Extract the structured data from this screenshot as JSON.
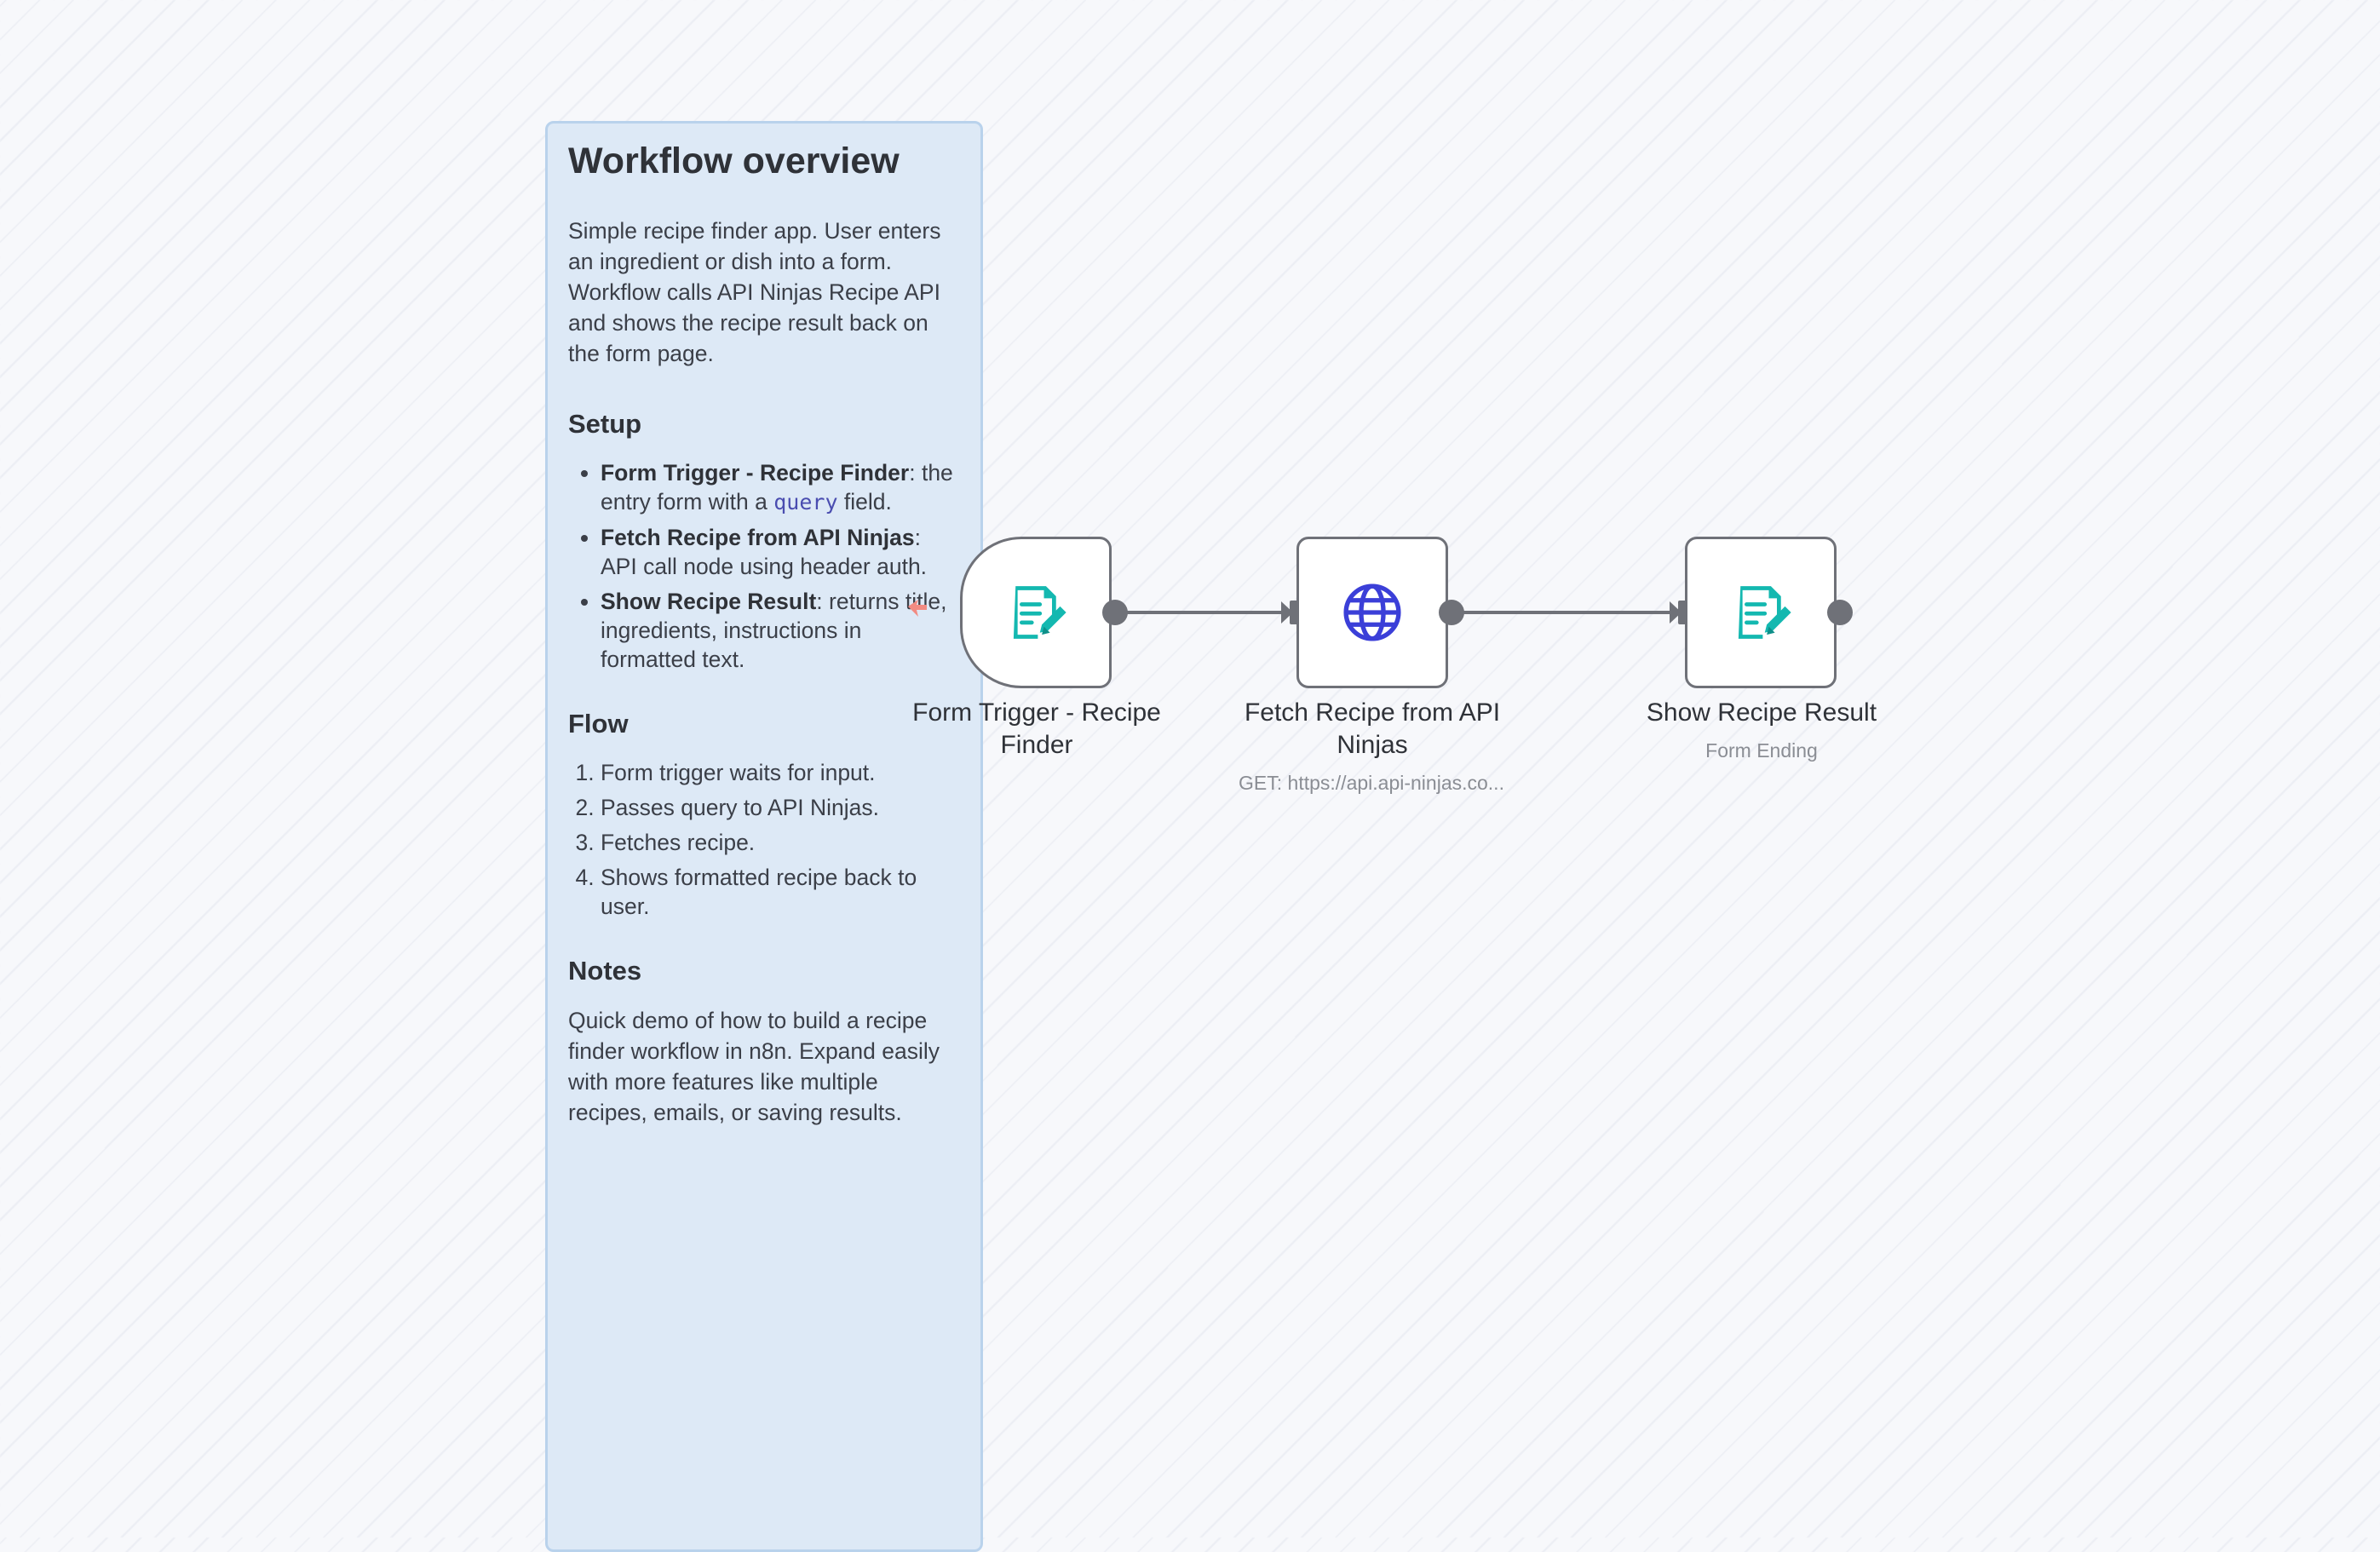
{
  "sticky_note": {
    "title": "Workflow overview",
    "intro": "Simple recipe finder app. User enters an ingredient or dish into a form. Workflow calls API Ninjas Recipe API and shows the recipe result back on the form page.",
    "setup_heading": "Setup",
    "setup_items": [
      {
        "bold": "Form Trigger - Recipe Finder",
        "text_before_code": ": the entry form with a ",
        "code": "query",
        "text_after_code": " field."
      },
      {
        "bold": "Fetch Recipe from API Ninjas",
        "text": ": API call node using header auth."
      },
      {
        "bold": "Show Recipe Result",
        "text": ": returns title, ingredients, instructions in formatted text."
      }
    ],
    "flow_heading": "Flow",
    "flow_items": [
      "Form trigger waits for input.",
      "Passes query to API Ninjas.",
      "Fetches recipe.",
      "Shows formatted recipe back to user."
    ],
    "notes_heading": "Notes",
    "notes_text": "Quick demo of how to build a recipe finder workflow in n8n. Expand easily with more features like multiple recipes, emails, or saving results."
  },
  "nodes": [
    {
      "name": "Form Trigger - Recipe Finder",
      "subtitle": "",
      "icon": "form-icon",
      "icon_color": "#14b8b0"
    },
    {
      "name": "Fetch Recipe from API Ninjas",
      "subtitle": "GET: https://api.api-ninjas.co...",
      "icon": "globe-icon",
      "icon_color": "#3b3fd8"
    },
    {
      "name": "Show Recipe Result",
      "subtitle": "Form Ending",
      "icon": "form-icon",
      "icon_color": "#14b8b0"
    }
  ],
  "colors": {
    "sticky_bg": "#dde9f6",
    "node_border": "#6f7178",
    "form_icon": "#14b8b0",
    "http_icon": "#3b3fd8",
    "code_text": "#4a4db0"
  }
}
